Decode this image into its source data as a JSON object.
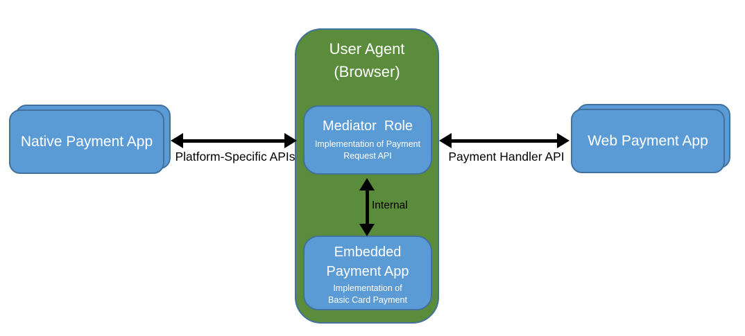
{
  "user_agent": {
    "line1": "User Agent",
    "line2": "(Browser)"
  },
  "mediator": {
    "title": "Mediator  Role",
    "subtitle": "Implementation of Payment Request API"
  },
  "embedded": {
    "line1": "Embedded",
    "line2": "Payment App",
    "sub1": "Implementation of",
    "sub2": "Basic Card Payment"
  },
  "native_app": {
    "label": "Native Payment App"
  },
  "web_app": {
    "label": "Web Payment App"
  },
  "edges": {
    "platform": "Platform-Specific APIs",
    "handler": "Payment Handler API",
    "internal": "Internal"
  },
  "colors": {
    "green_fill": "#5a8c3c",
    "blue_fill": "#5b9bd5",
    "border_blue": "#41719c",
    "arrow": "#000000",
    "box_text": "#ffffff",
    "label_text": "#000000"
  }
}
